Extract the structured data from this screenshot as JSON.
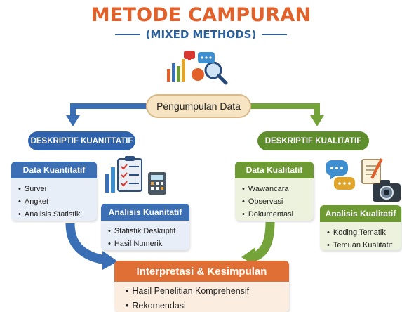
{
  "title": "METODE CAMPURAN",
  "subtitle": "(MIXED METHODS)",
  "center_label": "Pengumpulan Data",
  "left": {
    "branch_label": "DESKRIPTIF KUANITTATIF",
    "data_card": {
      "title": "Data Kuantitatif",
      "items": [
        "Survei",
        "Angket",
        "Analisis Statistik"
      ]
    },
    "analysis_card": {
      "title": "Analisis Kuanitatif",
      "items": [
        "Statistik Deskriptif",
        "Hasil Numerik"
      ]
    }
  },
  "right": {
    "branch_label": "DESKRIPTIF KUALITATIF",
    "data_card": {
      "title": "Data Kualitatif",
      "items": [
        "Wawancara",
        "Observasi",
        "Dokumentasi"
      ]
    },
    "analysis_card": {
      "title": "Analisis Kualitatif",
      "items": [
        "Koding Tematik",
        "Temuan Kualitatif"
      ]
    }
  },
  "result": {
    "title": "Interpretasi & Kesimpulan",
    "items": [
      "Hasil Penelitian Komprehensif",
      "Rekomendasi"
    ]
  },
  "colors": {
    "title": "#e2612b",
    "blue": "#3d6fb4",
    "green": "#6d9a33",
    "orange": "#e06f36"
  },
  "icons": [
    "chart-analysis-icon",
    "chat-bubbles-icon",
    "clipboard-checklist-icon",
    "calculator-icon",
    "notebook-pencil-icon",
    "camera-icon"
  ]
}
